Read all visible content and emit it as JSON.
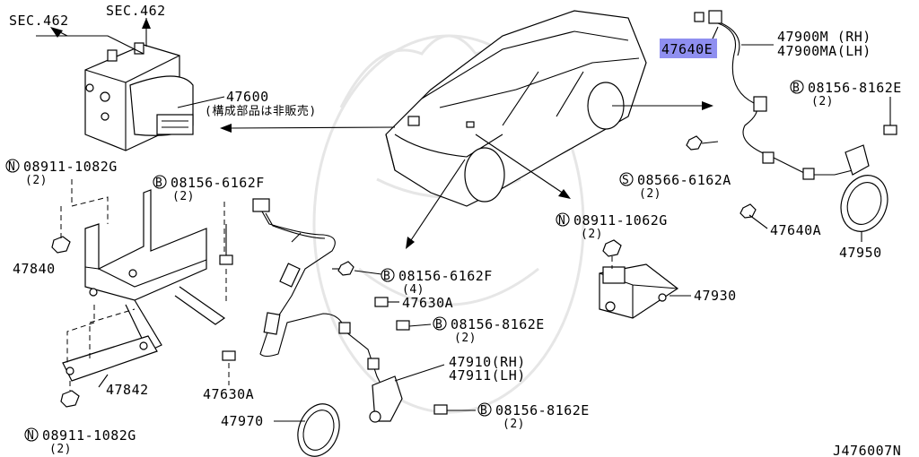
{
  "diagram": {
    "code": "J476007N",
    "highlighted_part": "47640E"
  },
  "labels": {
    "sec462_left": "SEC.462",
    "sec462_right": "SEC.462",
    "p47600": "47600",
    "p47600_note": "(構成部品は非販売)",
    "n08911_1082g_top": "08911-1082G",
    "n08911_1082g_top_qty": "(2)",
    "b08156_6162f_top": "08156-6162F",
    "b08156_6162f_top_qty": "(2)",
    "p47840": "47840",
    "p47842": "47842",
    "n08911_1082g_bot": "08911-1082G",
    "n08911_1082g_bot_qty": "(2)",
    "b08156_6162f_mid": "08156-6162F",
    "b08156_6162f_mid_qty": "(4)",
    "p47630a_top": "47630A",
    "b08156_8162e_mid": "08156-8162E",
    "b08156_8162e_mid_qty": "(2)",
    "p47630a_bot": "47630A",
    "p47910": "47910(RH)",
    "p47911": "47911(LH)",
    "b08156_8162e_bot": "08156-8162E",
    "b08156_8162e_bot_qty": "(2)",
    "p47970": "47970",
    "p47640e": "47640E",
    "p47900m": "47900M (RH)",
    "p47900ma": "47900MA(LH)",
    "b08156_8162e_right": "08156-8162E",
    "b08156_8162e_right_qty": "(2)",
    "s08566_6162a": "08566-6162A",
    "s08566_6162a_qty": "(2)",
    "p47640a": "47640A",
    "p47950": "47950",
    "n08911_1062g": "08911-1062G",
    "n08911_1062g_qty": "(2)",
    "p47930": "47930"
  },
  "prefix_symbols": {
    "n": "N",
    "b": "B",
    "s": "S"
  }
}
